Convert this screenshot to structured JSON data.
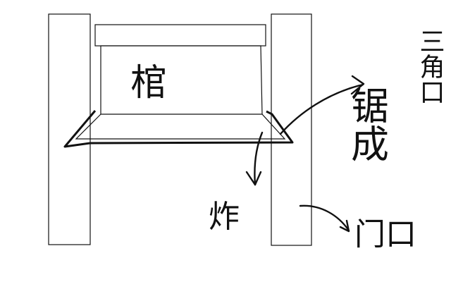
{
  "labels": {
    "coffin": "棺",
    "saw_form": "锯成",
    "triangle_mouth": "三角口",
    "explode": "炸",
    "doorway": "门口"
  },
  "colors": {
    "ink": "#111111",
    "background": "#ffffff"
  }
}
